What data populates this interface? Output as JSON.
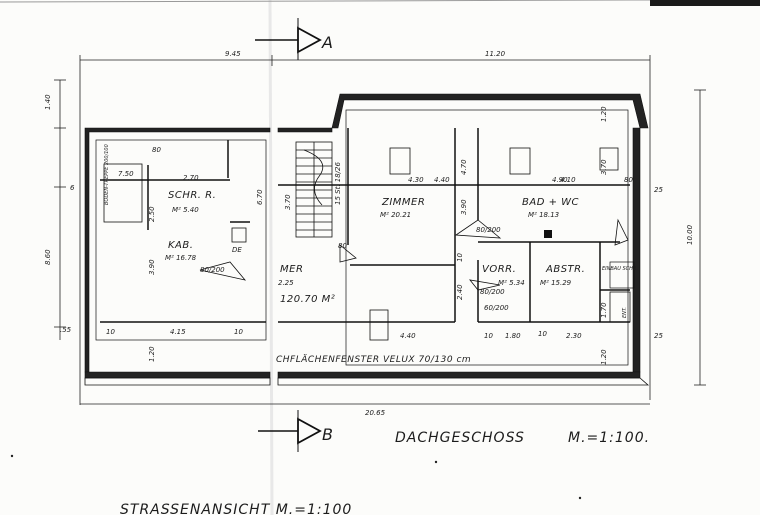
{
  "sections": {
    "top_marker": "A",
    "bottom_marker": "B"
  },
  "title": {
    "label": "DACHGESCHOSS",
    "scale": "M.=1:100."
  },
  "footer_text": "STRASSENANSICHT   M.=1:100",
  "skylight_note": "CHFLÄCHENFENSTER  VELUX  70/130 cm",
  "overall_dims": {
    "top_left": "9.45",
    "top_right": "11.20",
    "bottom": "20.65",
    "left_top": "1.40",
    "left_mid": "8.60",
    "left_small": "6",
    "left_bottom": ".55",
    "right": "10.00"
  },
  "rooms": [
    {
      "name": "SCHR. R.",
      "area": "M² 5.40"
    },
    {
      "name": "KAB.",
      "area": "M² 16.78"
    },
    {
      "name": "ZIMMER",
      "area": "M² 20.21"
    },
    {
      "name": "BAD + WC",
      "area": "M² 18.13"
    },
    {
      "name": "VORR.",
      "area": "M² 5.34"
    },
    {
      "name": "ABSTR.",
      "area": "M² 15.29"
    },
    {
      "name": "MER",
      "area": "2.25"
    }
  ],
  "misc_labels": {
    "boden_treppe": "BODEN-TREPPE 200/100",
    "stairs": "15 St. 18/26",
    "de": "DE",
    "total_area": "120.70 M²",
    "einbau": "EINBAU SCHR.",
    "ent": "ENT."
  },
  "interior_dims": [
    "7.50",
    "2.70",
    "80",
    "80",
    "4.30",
    "4.70",
    "4.90",
    "3.70",
    "80",
    "25",
    "25",
    "3.90",
    "2.50",
    "6.70",
    "3.70",
    "4.15",
    "10",
    "4.40",
    "10",
    "1.80",
    "2.30",
    "10",
    "10",
    "10",
    "1.20",
    "1.20",
    "1.20",
    "80/200",
    "80/200",
    "60/200",
    "80/200",
    "2.40",
    "1.70",
    "4.40",
    "3.90",
    "4.10"
  ]
}
